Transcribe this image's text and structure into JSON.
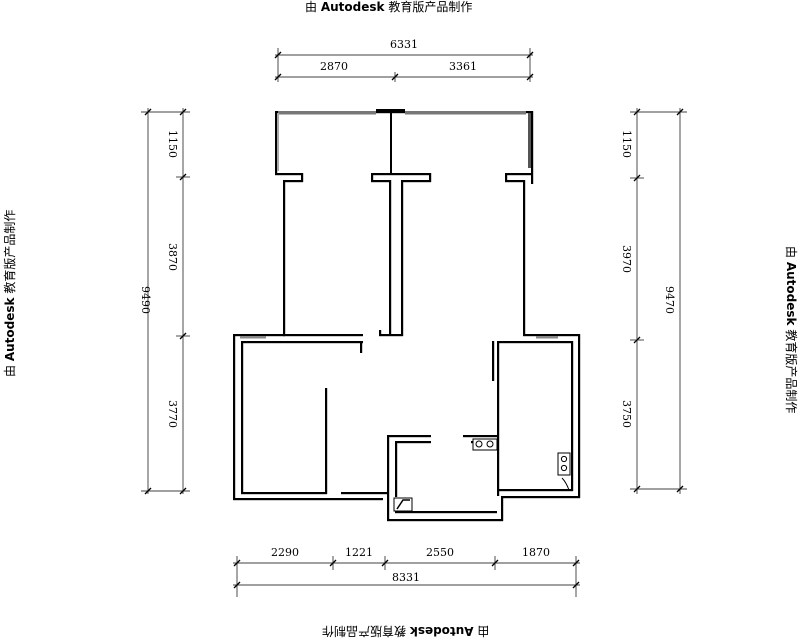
{
  "watermark": {
    "prefix": "由 ",
    "brand": "Autodesk",
    "suffix": " 教育版产品制作"
  },
  "dimensions": {
    "top_overall": "6331",
    "top_left": "2870",
    "top_right": "3361",
    "bottom_overall": "8331",
    "bottom_1": "2290",
    "bottom_2": "1221",
    "bottom_3": "2550",
    "bottom_4": "1870",
    "left_overall": "9490",
    "left_top": "1150",
    "left_mid": "3870",
    "left_bottom": "3770",
    "right_overall": "9470",
    "right_top": "1150",
    "right_mid": "3970",
    "right_bottom": "3750"
  },
  "colors": {
    "ink": "#000000",
    "window_band": "#777777",
    "background": "#ffffff"
  }
}
